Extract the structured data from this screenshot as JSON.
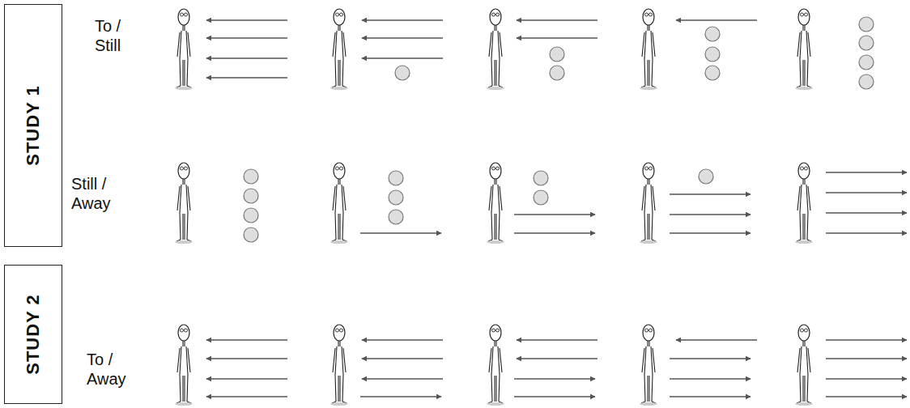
{
  "diagram": {
    "nodes": [
      {
        "text": [
          "STUDY 1"
        ]
      },
      {
        "text": [
          "STUDY 2"
        ]
      }
    ],
    "labels": [
      "To / Still",
      "Still / Away",
      "To / Away"
    ]
  }
}
